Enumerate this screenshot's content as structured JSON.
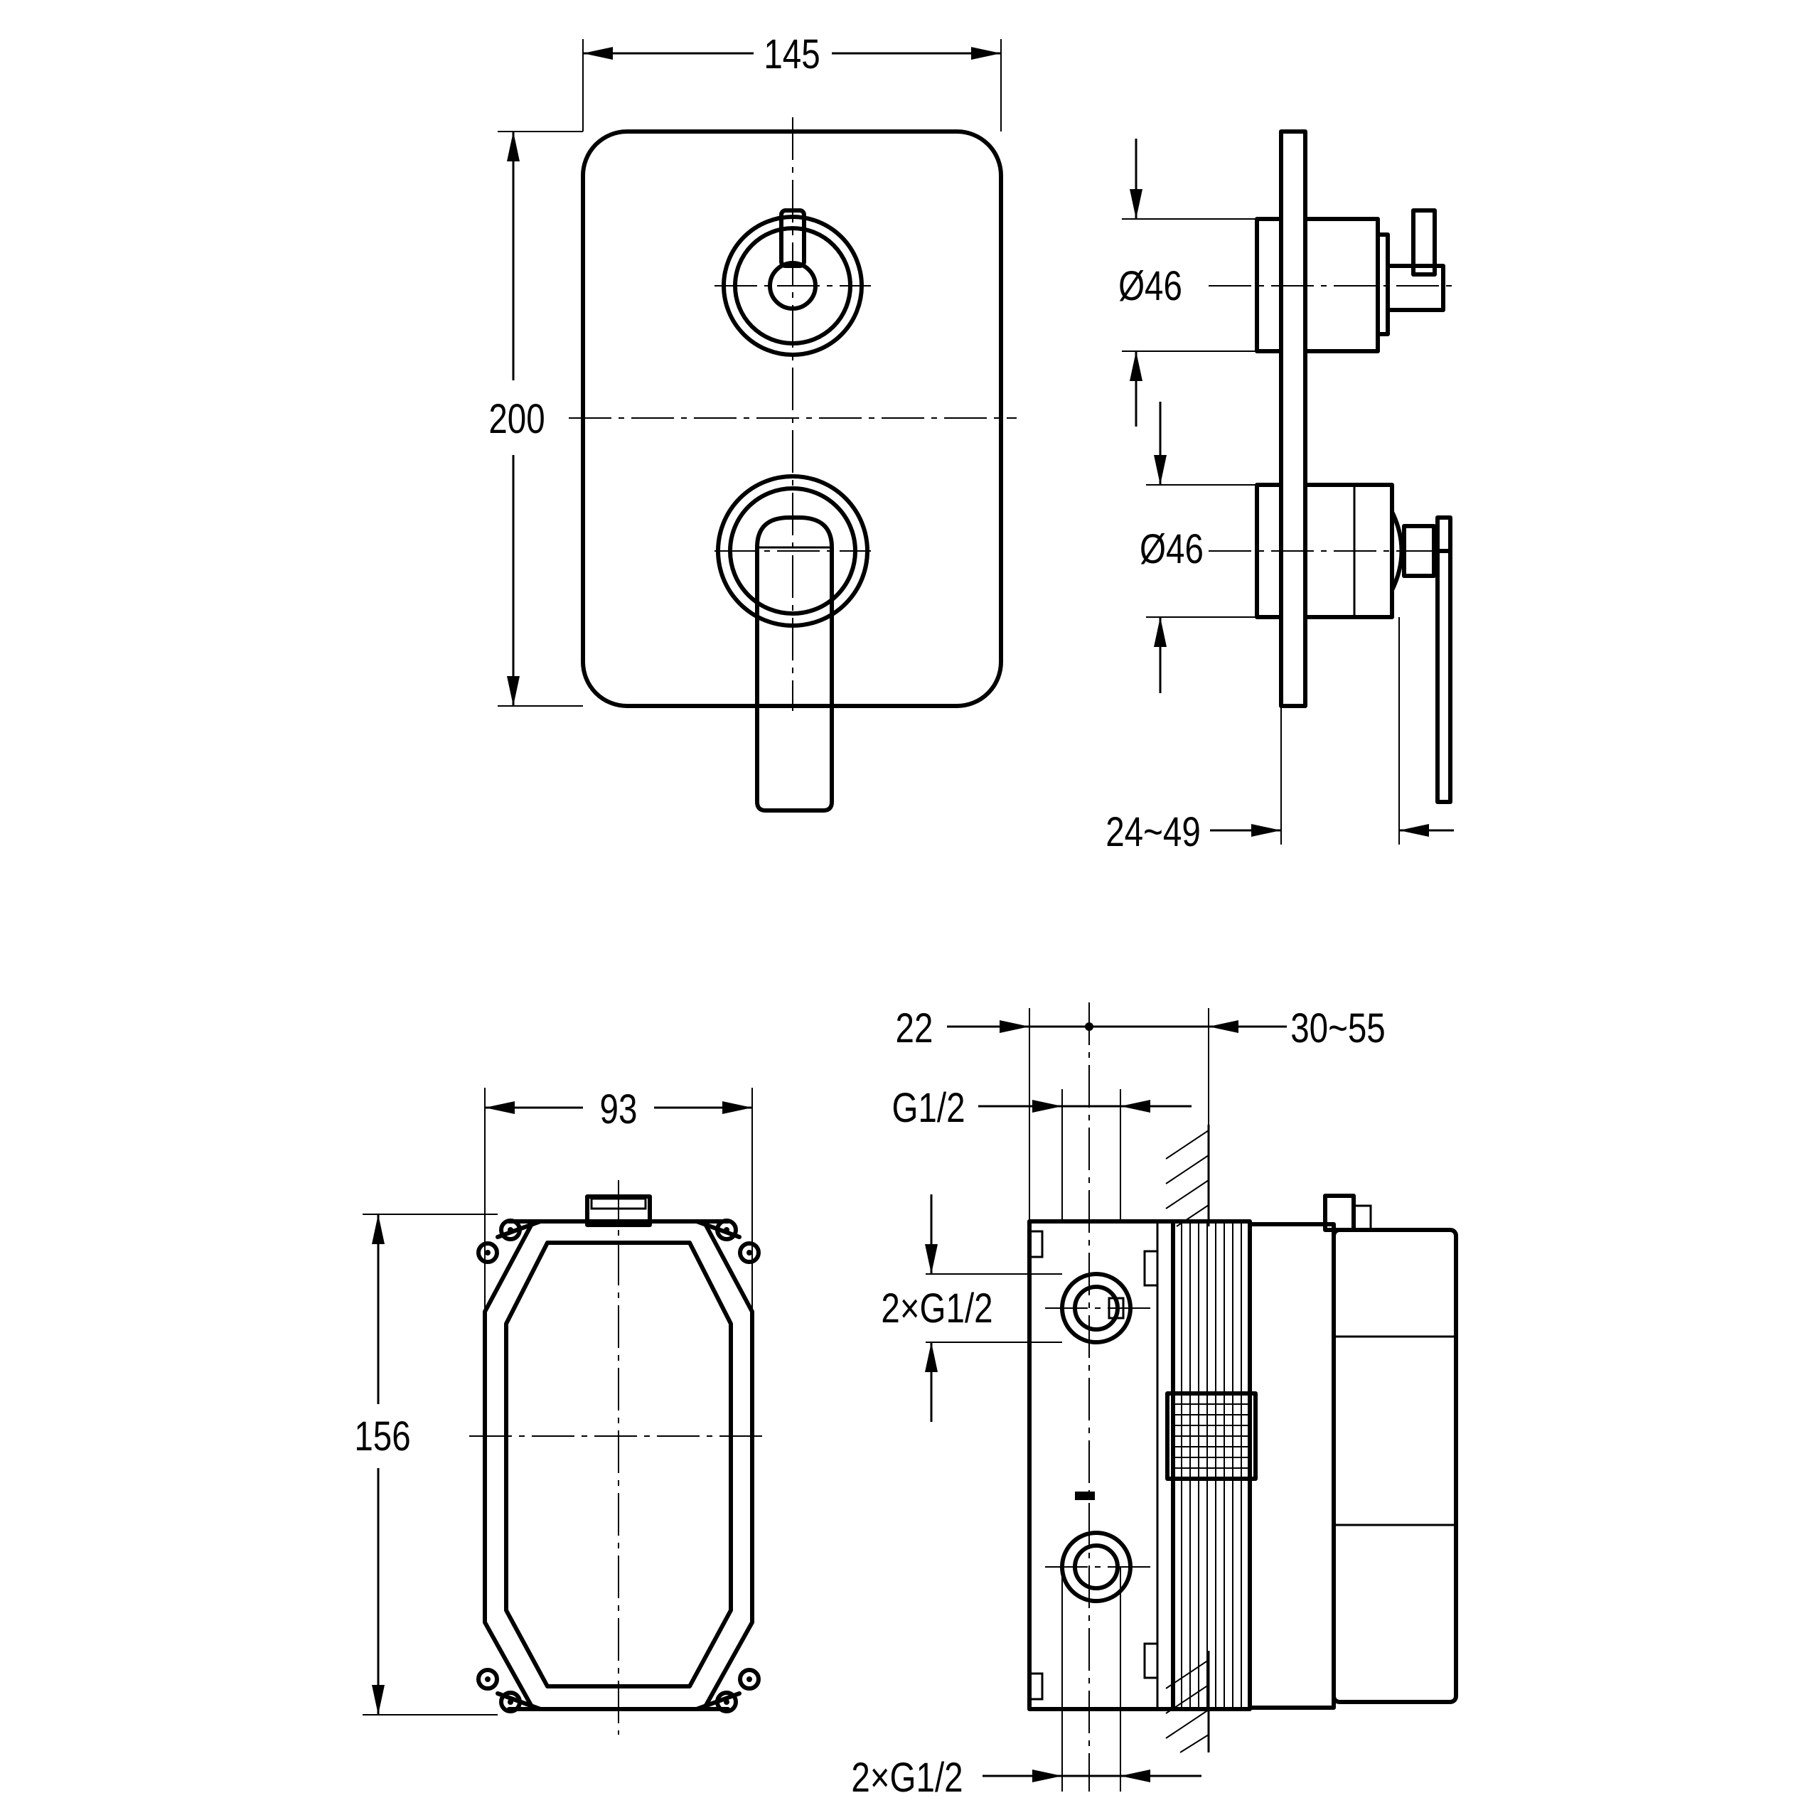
{
  "labels": {
    "cover_width": "145",
    "cover_height": "200",
    "diameter_top": "Ø46",
    "diameter_bottom": "Ø46",
    "projection": "24~49",
    "box_width": "93",
    "box_height": "156",
    "depth_front": "22",
    "depth_range": "30~55",
    "thread_top": "G1/2",
    "thread_side": "2×G1/2",
    "thread_bottom": "2×G1/2"
  }
}
